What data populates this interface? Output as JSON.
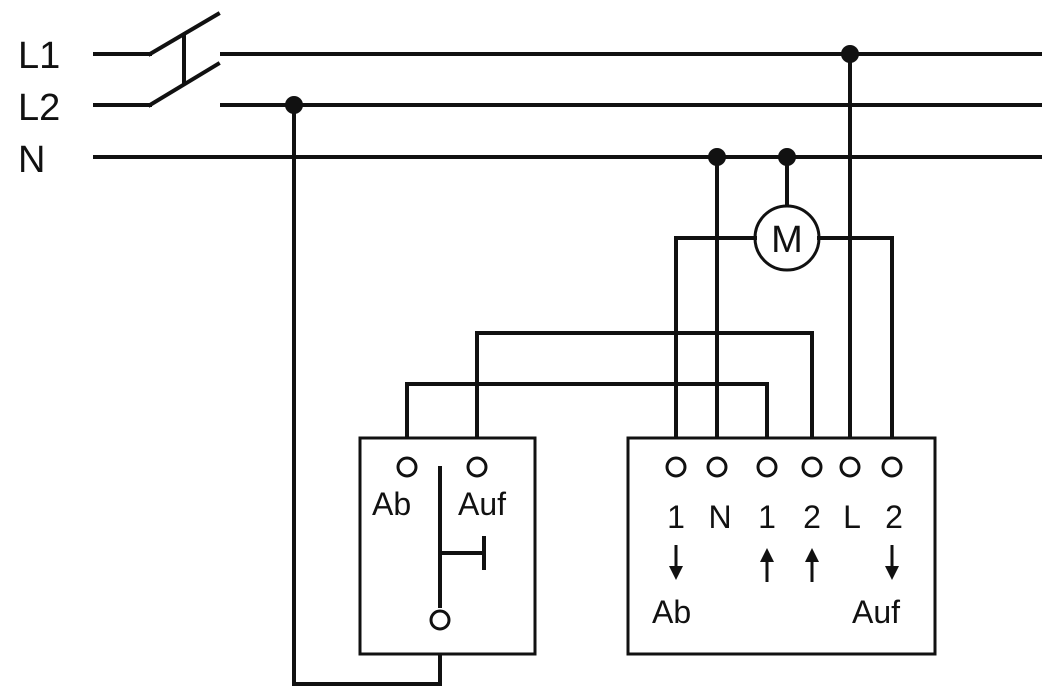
{
  "lines": [
    {
      "id": "L1",
      "label": "L1"
    },
    {
      "id": "L2",
      "label": "L2"
    },
    {
      "id": "N",
      "label": "N"
    }
  ],
  "motor": {
    "label": "M"
  },
  "pushbutton": {
    "terminals": [
      "Ab",
      "Auf"
    ]
  },
  "actuator": {
    "terminal_labels": [
      "1",
      "N",
      "1",
      "2",
      "L",
      "2"
    ],
    "direction_labels": {
      "down": "Ab",
      "up": "Auf"
    }
  }
}
